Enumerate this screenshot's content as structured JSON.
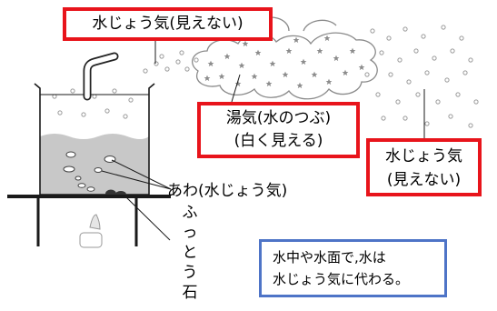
{
  "labels": {
    "vapor_top": "水じょう気(見えない)",
    "steam_line1": "湯気(水のつぶ)",
    "steam_line2": "(白く見える)",
    "vapor_right_line1": "水じょう気",
    "vapor_right_line2": "(見えない)",
    "bubbles": "あわ(水じょう気)",
    "boiling_stone": "ふっとう石",
    "note_line1": "水中や水面で,水は",
    "note_line2": "水じょう気に代わる。"
  },
  "colors": {
    "label_box_border": "#e8141b",
    "note_box_border": "#4e74c7",
    "water_fill": "#c8c8c8",
    "steam_dot": "#9a9a9a"
  }
}
